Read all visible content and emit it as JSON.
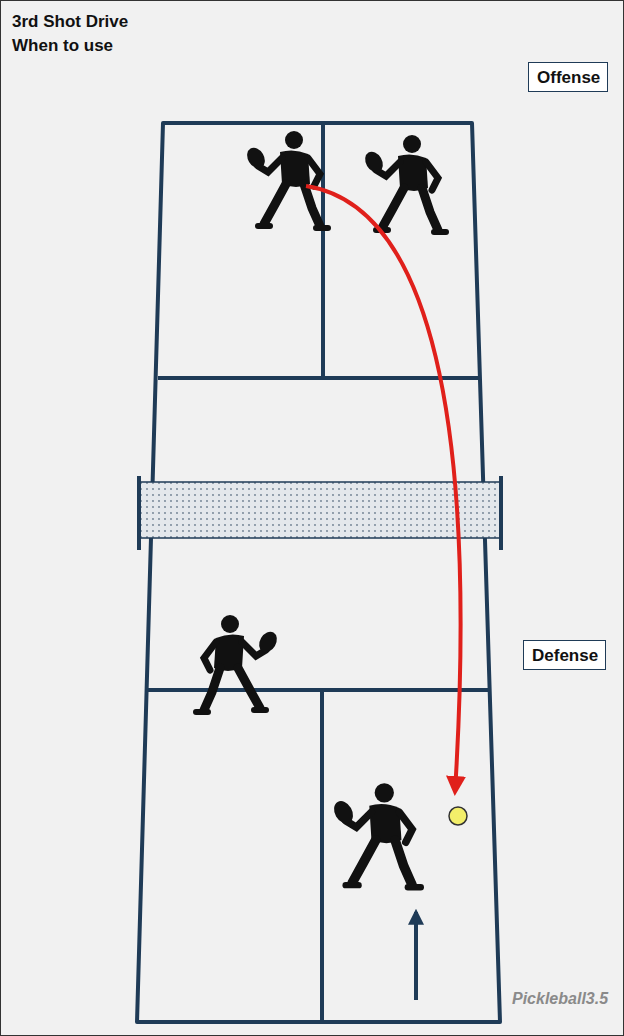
{
  "diagram": {
    "title": "3rd Shot Drive When to use",
    "nodes": [
      {
        "text": [
          "Offense"
        ]
      },
      {
        "text": [
          "Defense"
        ]
      }
    ],
    "labels": [
      "Pickleball3.5"
    ]
  }
}
